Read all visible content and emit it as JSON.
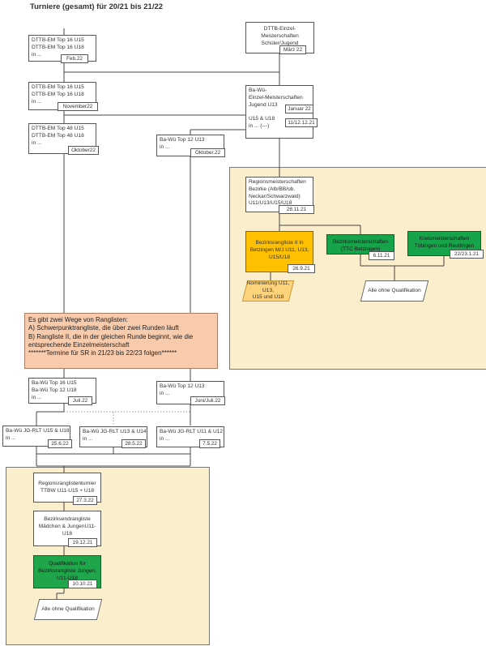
{
  "title": "Turniere (gesamt) für 20/21 bis 21/22",
  "nodes": {
    "dttb_em_u15_u18_feb": {
      "lines": [
        "DTTB-EM Top 16 U15",
        "DTTB-EM Top 16 U18",
        "in ..."
      ],
      "date": "Feb.22"
    },
    "dttb_einzel_ms": {
      "lines": [
        "DTTB-Einzel-",
        "Meisterschaften",
        "Schüler/Jugend"
      ],
      "date": "März 22"
    },
    "dttb_em_u15_u18_nov": {
      "lines": [
        "DTTB-EM Top 16 U15",
        "DTTB-EM Top 16 U18",
        "in ..."
      ],
      "date": "November22"
    },
    "bawue_einzel_ms": {
      "lines": [
        "Ba-Wü-",
        "Einzel-Meisterschaften",
        "Jugend U13"
      ],
      "date": "Januar 22",
      "lines2": [
        "U15 & U18",
        "in ... (---)"
      ],
      "date2": "11/12.12.21"
    },
    "dttb_em_top48": {
      "lines": [
        "DTTB-EM Top 48 U15",
        "DTTB-EM Top 48 U18",
        "in ..."
      ],
      "date": "Oktober22"
    },
    "bawue_top12_u13_okt": {
      "lines": [
        "Ba-Wü Top 12 U13",
        "in ..."
      ],
      "date": "Oktober.22"
    },
    "regions_ms_bezirke": {
      "lines": [
        "Regionsmeisterschaften",
        "Bezirke (Alb/BB/ob.",
        "Neckar/Schwarzwald)",
        "U11/U13/U15/U18"
      ],
      "date": "28.11.21"
    },
    "bezirksrangliste_2": {
      "lines": [
        "Bezirksrangliste II in",
        "Betzingen M/J U11, U13,",
        "U15/U18"
      ],
      "date": "26.9.21"
    },
    "bezirksmeisterschaften": {
      "lines": [
        "Bezirksmeisterschaften",
        "(TTC Betzingen)"
      ],
      "date": "6.11.21"
    },
    "kreismeisterschaften": {
      "lines": [
        "Kreismeisterschaften",
        "Tübingen und Reutlingen"
      ],
      "date": "22/23.1.21"
    },
    "nominierung": {
      "lines": [
        "Nominierung U11, U13,",
        "U15 und U18"
      ]
    },
    "alle_ohne_1": {
      "lines": [
        "Alle ohne Qualifikation"
      ]
    },
    "bawue_top16_u15": {
      "lines": [
        "Ba-Wü Top 16 U15",
        "Ba-Wü Top 12 U18",
        "in ..."
      ],
      "date": "Juli.22"
    },
    "bawue_top12_u13_juni": {
      "lines": [
        "Ba-Wü Top 12 U13",
        "in ..."
      ],
      "date": "Juni/Juli.22"
    },
    "rlt_u15_u18": {
      "lines": [
        "Ba-Wü JG-RLT U15 & U18",
        "in ..."
      ],
      "date": "25.6.22"
    },
    "rlt_u13_u14": {
      "lines": [
        "Ba-Wü JG-RLT U13 & U14",
        "in ..."
      ],
      "date": "28.5.22"
    },
    "rlt_u11_u12": {
      "lines": [
        "Ba-Wü JG-RLT U11 & U12",
        "in ..."
      ],
      "date": "7.5.22"
    },
    "regionsrangliste_ttbw": {
      "lines": [
        "Regionsranglistenturnier",
        "TTBW  U11-U15 + U18"
      ],
      "date": "27.3.22"
    },
    "bezirksendrangliste": {
      "lines": [
        "Bezirksendrangliste",
        "Mädchen & JungenU11-",
        "U18"
      ],
      "date": "19.12.21"
    },
    "qualifikation_bezirksrl": {
      "lines": [
        "Qualifikation für",
        "Bezirksrangliste Jungen,",
        "U11-U18"
      ],
      "date": "10.10.21"
    },
    "alle_ohne_2": {
      "lines": [
        "Alle ohne Qualifikation"
      ]
    }
  },
  "note": {
    "lines": [
      "Es gibt zwei Wege von Ranglisten:",
      "A) Schwerpunktrangliste, die über zwei Runden läuft",
      "B) Rangliste II, die in der gleichen Runde beginnt, wie die",
      "entsprechende Einzelmeisterschaft",
      "*******Termine für SR in 21/23 bis 22/23 folgen******"
    ]
  },
  "colors": {
    "panel": "#fbeecd",
    "note": "#f8cbad",
    "orange_box": "#ffc000",
    "green_box": "#16a34a",
    "nominierung": "#fcd27a"
  }
}
